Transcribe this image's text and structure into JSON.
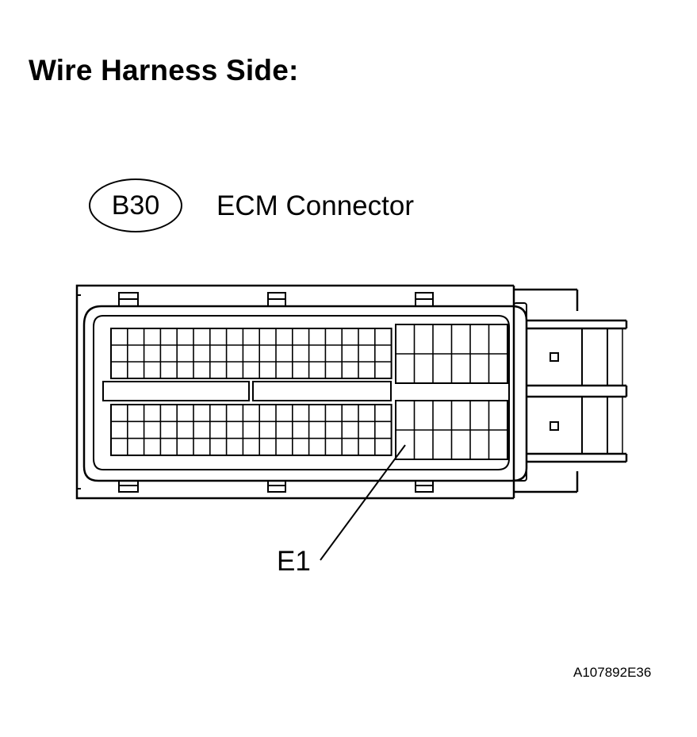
{
  "heading": "Wire Harness Side:",
  "connector": {
    "code": "B30",
    "name": "ECM Connector",
    "pin_callout": "E1"
  },
  "diagram_id": "A107892E36"
}
